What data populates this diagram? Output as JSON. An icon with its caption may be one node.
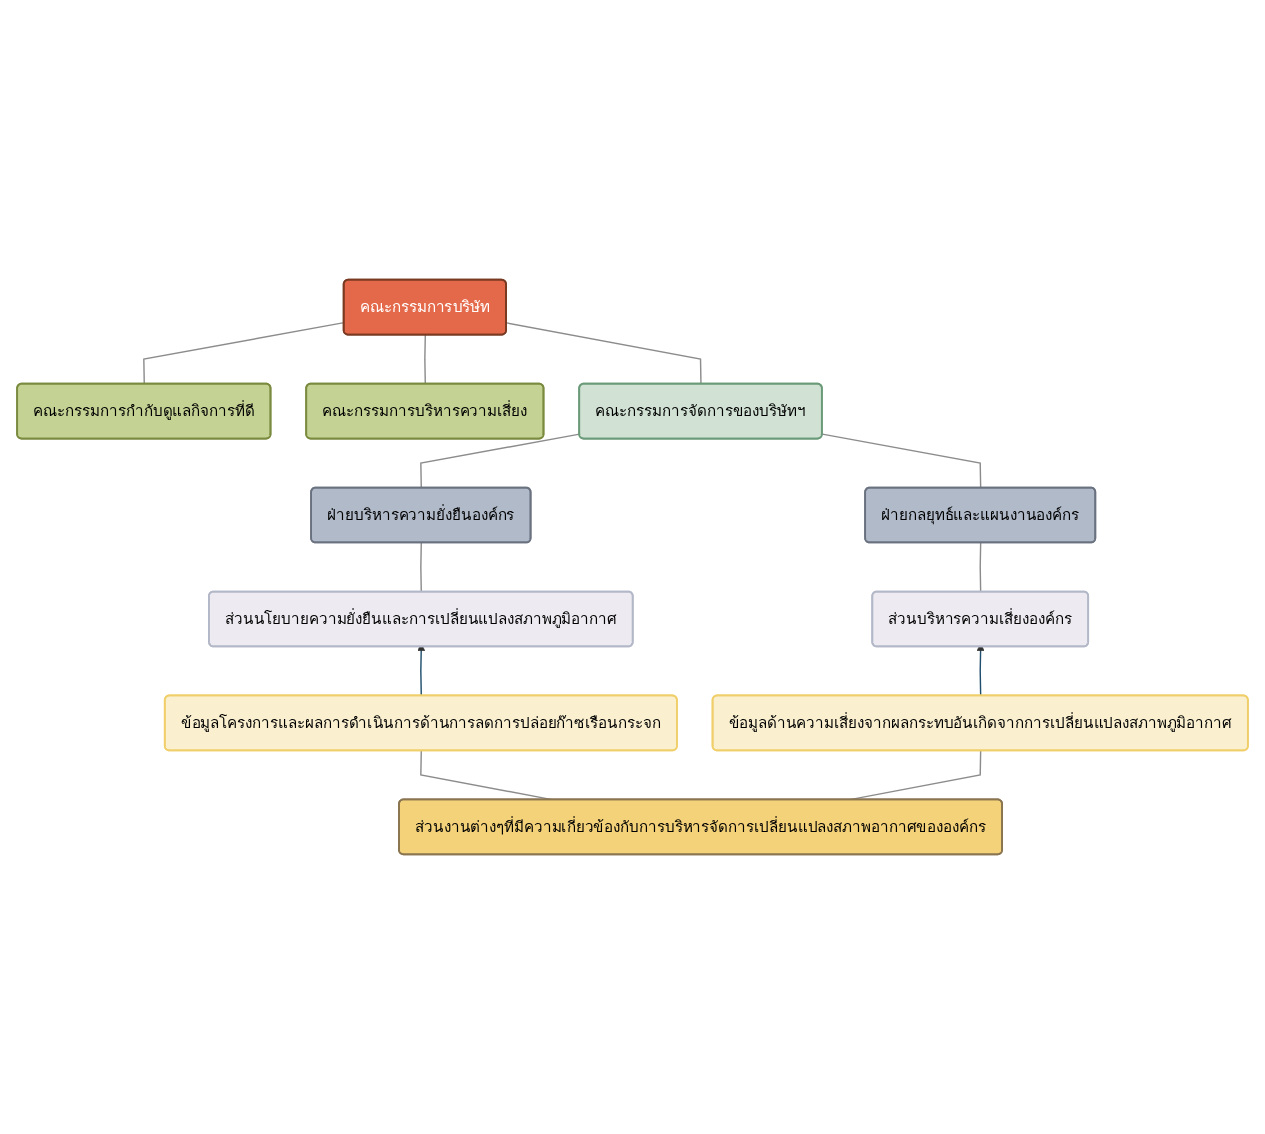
{
  "diagram": {
    "nodes": [
      {
        "text": [
          "คณะกรรมการบริษัท"
        ]
      },
      {
        "text": [
          "คณะกรรมการกำกับดูแลกิจการที่ดี"
        ]
      },
      {
        "text": [
          "คณะกรรมการบริหารความเสี่ยง"
        ]
      },
      {
        "text": [
          "คณะกรรมการจัดการของบริษัทฯ"
        ]
      },
      {
        "text": [
          "ฝ่ายบริหารความยั่งยืนองค์กร"
        ]
      },
      {
        "text": [
          "ฝ่ายกลยุทธ์และแผนงานองค์กร"
        ]
      },
      {
        "text": [
          "ส่วนนโยบายความยั่งยืนและการเปลี่ยนแปลงสภาพภูมิอากาศ"
        ]
      },
      {
        "text": [
          "ส่วนบริหารความเสี่ยงองค์กร"
        ]
      },
      {
        "text": [
          "ข้อมูลโครงการและผลการดำเนินการด้านการลดการปล่อยก๊าซเรือนกระจก"
        ]
      },
      {
        "text": [
          "ข้อมูลด้านความเสี่ยงจากผลกระทบอันเกิดจากการเปลี่ยนแปลงสภาพภูมิอากาศ"
        ]
      },
      {
        "text": [
          "ส่วนงานต่างๆที่มีความเกี่ยวข้องกับการบริหารจัดการเปลี่ยนแปลงสภาพอากาศขององค์กร"
        ]
      }
    ],
    "edges": [
      {
        "from": 0,
        "to": 1,
        "arrow": "none"
      },
      {
        "from": 0,
        "to": 2,
        "arrow": "none"
      },
      {
        "from": 0,
        "to": 3,
        "arrow": "none"
      },
      {
        "from": 3,
        "to": 4,
        "arrow": "none"
      },
      {
        "from": 3,
        "to": 5,
        "arrow": "none"
      },
      {
        "from": 4,
        "to": 6,
        "arrow": "none"
      },
      {
        "from": 5,
        "to": 7,
        "arrow": "none"
      },
      {
        "from": 8,
        "to": 6,
        "arrow": "to",
        "color": "#1f4e6e"
      },
      {
        "from": 9,
        "to": 7,
        "arrow": "to",
        "color": "#1f4e6e"
      },
      {
        "from": 8,
        "to": 10,
        "arrow": "none"
      },
      {
        "from": 9,
        "to": 10,
        "arrow": "none"
      }
    ]
  }
}
